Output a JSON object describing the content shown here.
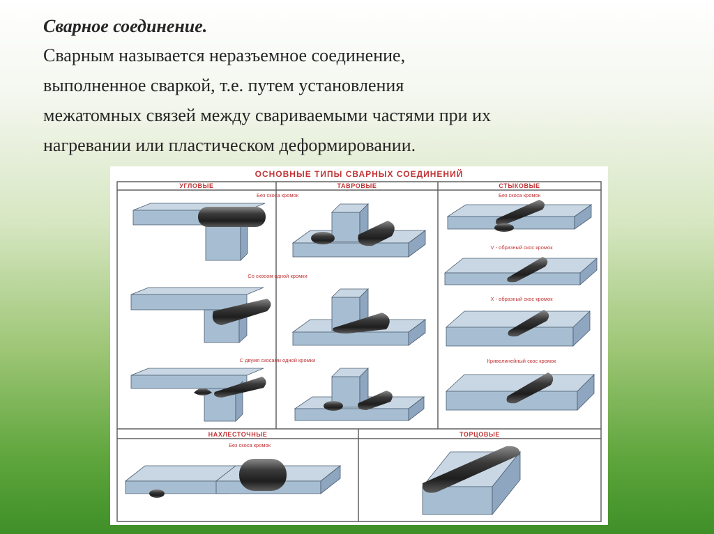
{
  "slide": {
    "title": "Сварное соединение.",
    "paragraph_lines": [
      "Сварным называется неразъемное соединение,",
      "выполненное сваркой, т.е. путем установления",
      "межатомных связей между свариваемыми частями при их",
      "нагревании или пластическом деформировании."
    ]
  },
  "figure": {
    "title": "ОСНОВНЫЕ ТИПЫ СВАРНЫХ СОЕДИНЕНИЙ",
    "headers": {
      "corner": "УГЛОВЫЕ",
      "tee": "ТАВРОВЫЕ",
      "butt": "СТЫКОВЫЕ",
      "lap": "НАХЛЕСТОЧНЫЕ",
      "edge": "ТОРЦОВЫЕ"
    },
    "captions": {
      "no_bevel": "Без скоса кромок",
      "one_edge_bevel": "Со скосом одной кромки",
      "two_bevels_one_edge": "С двумя скосами одной кромки",
      "v_bevel": "V - образный скос кромок",
      "x_bevel": "X - образный скос кромок",
      "curved_bevel": "Криволинейный скос кромок",
      "lap_no_bevel": "Без скоса кромок"
    }
  },
  "colors": {
    "plate_front": "#a7bdd2",
    "plate_top": "#c9d7e4",
    "plate_side": "#8ea6bf",
    "weld": "#3a3a3a",
    "label_red": "#c03436"
  }
}
